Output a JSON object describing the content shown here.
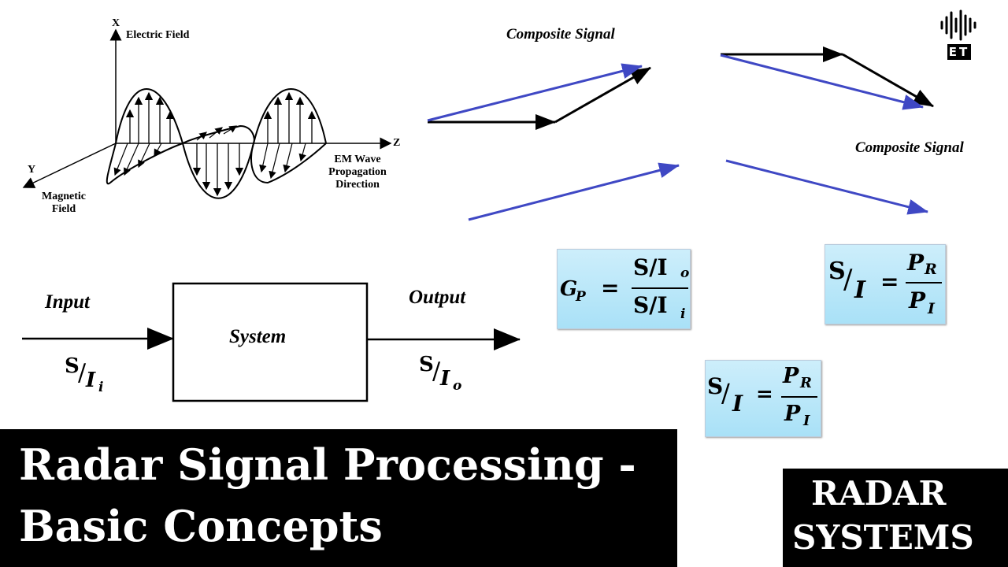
{
  "em_wave": {
    "axis_x": "X",
    "axis_y": "Y",
    "axis_z": "Z",
    "electric_field": "Electric Field",
    "magnetic_field_line1": "Magnetic",
    "magnetic_field_line2": "Field",
    "propagation_line1": "EM Wave",
    "propagation_line2": "Propagation",
    "propagation_line3": "Direction"
  },
  "phasors": {
    "composite_top": "Composite Signal",
    "composite_right": "Composite Signal"
  },
  "system_block": {
    "input_label": "Input",
    "output_label": "Output",
    "system_label": "System",
    "input_s": "S",
    "input_i": "I",
    "input_sub": "i",
    "output_s": "S",
    "output_i": "I",
    "output_sub": "o"
  },
  "formulas": {
    "gain_lhs": "G",
    "gain_lhs_sub": "P",
    "gain_num": "S/I",
    "gain_num_sub": "o",
    "gain_den": "S/I",
    "gain_den_sub": "i",
    "si_s": "S",
    "si_i": "I",
    "si_num": "P",
    "si_num_sub": "R",
    "si_den": "P",
    "si_den_sub": "I"
  },
  "title": {
    "line1": "Radar Signal Processing -",
    "line2": "Basic Concepts"
  },
  "badge": {
    "line1": "RADAR",
    "line2": "SYSTEMS"
  },
  "logo": {
    "text": "ET"
  },
  "colors": {
    "blue_vector": "#3f48c4",
    "black": "#000000",
    "formula_bg": "#b3e5f8"
  }
}
